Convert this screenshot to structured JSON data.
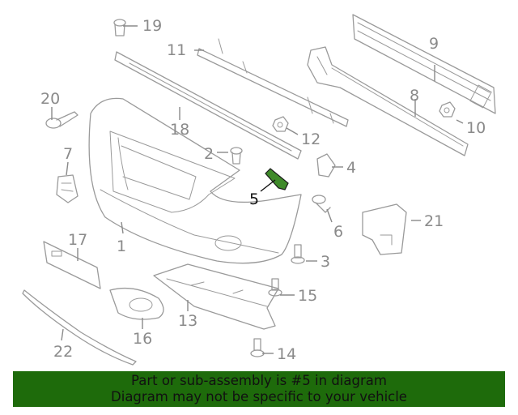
{
  "callouts": {
    "c1": "1",
    "c2": "2",
    "c3": "3",
    "c4": "4",
    "c5": "5",
    "c6": "6",
    "c7": "7",
    "c8": "8",
    "c9": "9",
    "c10": "10",
    "c11": "11",
    "c12": "12",
    "c13": "13",
    "c14": "14",
    "c15": "15",
    "c16": "16",
    "c17": "17",
    "c18": "18",
    "c19": "19",
    "c20": "20",
    "c21": "21",
    "c22": "22"
  },
  "highlighted_part": "5",
  "colors": {
    "highlight_part": "#3f8a2a",
    "banner_bg": "#1e6b0b",
    "line_art": "#9a9a9a"
  },
  "banner": {
    "line1": "Part or sub-assembly is #5 in diagram",
    "line2": "Diagram may not be specific to your vehicle"
  }
}
